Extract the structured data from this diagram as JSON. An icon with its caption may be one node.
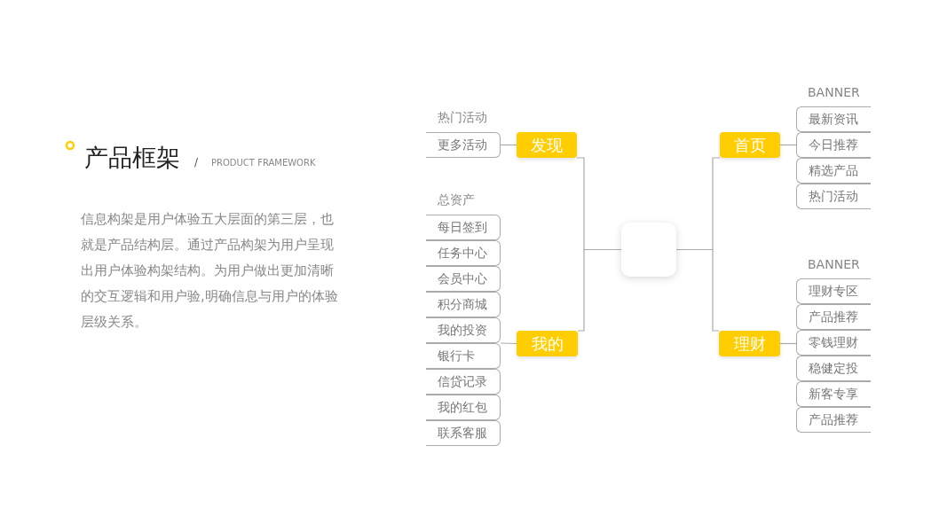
{
  "diagram": {
    "title": "产品框架",
    "nodes": [
      {
        "text": [],
        "shape": "box"
      },
      {
        "text": [
          "发现"
        ]
      },
      {
        "text": [
          "我的"
        ]
      },
      {
        "text": [
          "首页"
        ]
      },
      {
        "text": [
          "理财"
        ]
      },
      {
        "text": [
          "更多活动"
        ]
      },
      {
        "text": [
          "每日签到"
        ]
      },
      {
        "text": [
          "任务中心"
        ]
      },
      {
        "text": [
          "会员中心"
        ]
      },
      {
        "text": [
          "积分商城"
        ]
      },
      {
        "text": [
          "我的投资"
        ]
      },
      {
        "text": [
          "银行卡"
        ]
      },
      {
        "text": [
          "信贷记录"
        ]
      },
      {
        "text": [
          "我的红包"
        ]
      },
      {
        "text": [
          "联系客服"
        ]
      },
      {
        "text": [
          "最新资讯"
        ]
      },
      {
        "text": [
          "今日推荐"
        ]
      },
      {
        "text": [
          "精选产品"
        ]
      },
      {
        "text": [
          "热门活动"
        ]
      },
      {
        "text": [
          "理财专区"
        ]
      },
      {
        "text": [
          "产品推荐"
        ]
      },
      {
        "text": [
          "零钱理财"
        ]
      },
      {
        "text": [
          "稳健定投"
        ]
      },
      {
        "text": [
          "新客专享"
        ]
      },
      {
        "text": [
          "产品推荐"
        ]
      }
    ],
    "edges": [
      {
        "from": 0,
        "to": 1,
        "arrow": "none"
      },
      {
        "from": 0,
        "to": 2,
        "arrow": "none"
      },
      {
        "from": 0,
        "to": 3,
        "arrow": "none"
      },
      {
        "from": 0,
        "to": 4,
        "arrow": "none"
      },
      {
        "from": 1,
        "to": 5,
        "arrow": "none"
      },
      {
        "from": 2,
        "to": 10,
        "arrow": "none"
      },
      {
        "from": 3,
        "to": 16,
        "arrow": "none"
      },
      {
        "from": 4,
        "to": 21,
        "arrow": "none"
      }
    ],
    "labels": [
      "/",
      "PRODUCT FRAMEWORK",
      "信息构架是用户体验五大层面的第三层，也就是产品结构层。通过产品构架为用户呈现出用户体验构架结构。为用户做出更加清晰的交互逻辑和用户验,明确信息与用户的体验层级关系。",
      "热门活动",
      "BANNER",
      "总资产",
      "BANNER"
    ]
  }
}
